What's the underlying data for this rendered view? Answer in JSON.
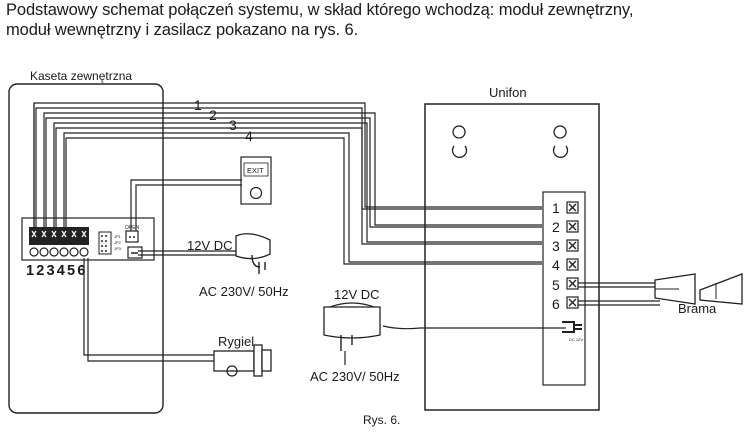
{
  "intro": {
    "line1": "Podstawowy schemat połączeń systemu, w skład którego wchodzą: moduł zewnętrzny,",
    "line2": "moduł wewnętrzny i zasilacz pokazano na rys. 6."
  },
  "diagram": {
    "outdoor_unit_label": "Kaseta zewnętrzna",
    "indoor_unit_label": "Unifon",
    "wire_numbers": [
      "1",
      "2",
      "3",
      "4"
    ],
    "outdoor_terminal_numbers": "123456",
    "indoor_terminal_numbers": [
      "1",
      "2",
      "3",
      "4",
      "5",
      "6"
    ],
    "exit_label": "EXIT",
    "open_label": "OPEN",
    "jumper_labels": [
      "JP1",
      "JP2",
      "JP3"
    ],
    "psu1_label": "12V DC",
    "psu1_mains": "AC 230V/ 50Hz",
    "psu2_label": "12V DC",
    "psu2_mains": "AC 230V/ 50Hz",
    "lock_label": "Rygiel",
    "gate_label": "Brama",
    "dc_jack_label": "DC 12V",
    "caption": "Rys. 6."
  }
}
